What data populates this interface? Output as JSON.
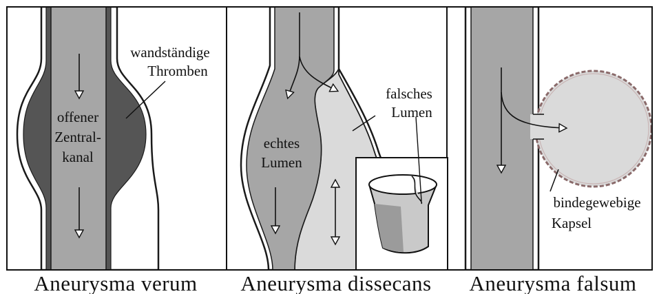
{
  "panels": [
    {
      "caption": "Aneurysma verum",
      "labels": {
        "thrombus": [
          "wandständige",
          "Thromben"
        ],
        "channel": [
          "offener",
          "Zentral-",
          "kanal"
        ]
      }
    },
    {
      "caption": "Aneurysma dissecans",
      "labels": {
        "false_lumen": [
          "falsches",
          "Lumen"
        ],
        "true_lumen": [
          "echtes",
          "Lumen"
        ]
      }
    },
    {
      "caption": "Aneurysma falsum",
      "labels": {
        "capsule": [
          "bindegewebige",
          "Kapsel"
        ]
      }
    }
  ],
  "colors": {
    "lumen": "#a6a6a6",
    "thrombus": "#555555",
    "false_lumen": "#dadada",
    "wall": "#1a1a1a",
    "capsule_border": "#8a6a6a"
  }
}
